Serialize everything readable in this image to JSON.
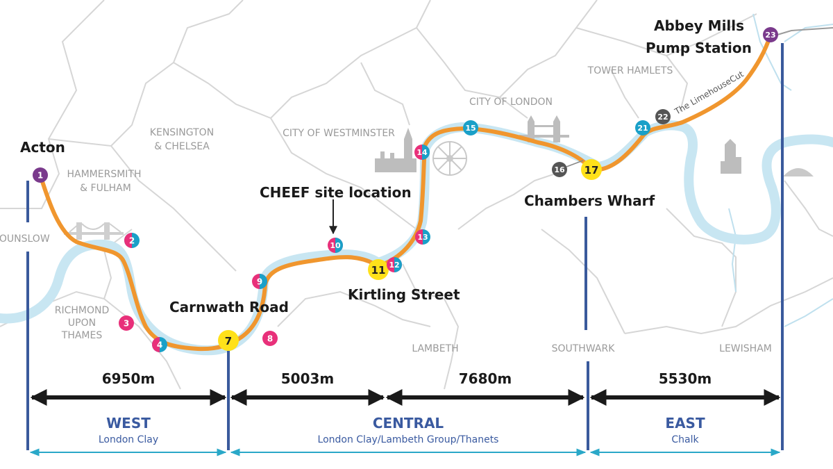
{
  "boroughs": {
    "hounslow": "HOUNSLOW",
    "hammersmith_line1": "HAMMERSMITH",
    "hammersmith_line2": "& FULHAM",
    "kensington_line1": "KENSINGTON",
    "kensington_line2": "& CHELSEA",
    "westminster": "CITY OF WESTMINSTER",
    "city_of_london": "CITY OF LONDON",
    "tower_hamlets": "TOWER HAMLETS",
    "richmond_line1": "RICHMOND",
    "richmond_line2": "UPON",
    "richmond_line3": "THAMES",
    "lambeth": "LAMBETH",
    "southwark": "SOUTHWARK",
    "lewisham": "LEWISHAM"
  },
  "sites": {
    "acton": "Acton",
    "abbey_mills_line1": "Abbey Mills",
    "abbey_mills_line2": "Pump Station",
    "carnwath_road": "Carnwath Road",
    "kirtling_street": "Kirtling Street",
    "chambers_wharf": "Chambers Wharf",
    "cheef": "CHEEF site location",
    "limehouse_cut": "The LimehouseCut"
  },
  "markers": {
    "m1": "1",
    "m2": "2",
    "m3": "3",
    "m4": "4",
    "m7": "7",
    "m8": "8",
    "m9": "9",
    "m10": "10",
    "m11": "11",
    "m12": "12",
    "m13": "13",
    "m14": "14",
    "m15": "15",
    "m16": "16",
    "m17": "17",
    "m21": "21",
    "m22": "22",
    "m23": "23"
  },
  "distances": {
    "west": "6950m",
    "central_a": "5003m",
    "central_b": "7680m",
    "east": "5530m"
  },
  "zones": {
    "west": {
      "name": "WEST",
      "geology": "London Clay"
    },
    "central": {
      "name": "CENTRAL",
      "geology": "London Clay/Lambeth Group/Thanets"
    },
    "east": {
      "name": "EAST",
      "geology": "Chalk"
    }
  },
  "colors": {
    "river": "#c8e6f2",
    "tunnel": "#f0962e",
    "zone_line": "#3a5a9c",
    "zone_text": "#3a5aa0",
    "cyan_arrow": "#2aa8c8",
    "boundary": "#d4d4d4",
    "borough_text": "#9a9a9a",
    "marker_yellow": "#ffe11a",
    "marker_pink": "#e8307a",
    "marker_cyan": "#1aa0c8",
    "marker_purple": "#7a3a8c",
    "marker_grey": "#555555"
  }
}
